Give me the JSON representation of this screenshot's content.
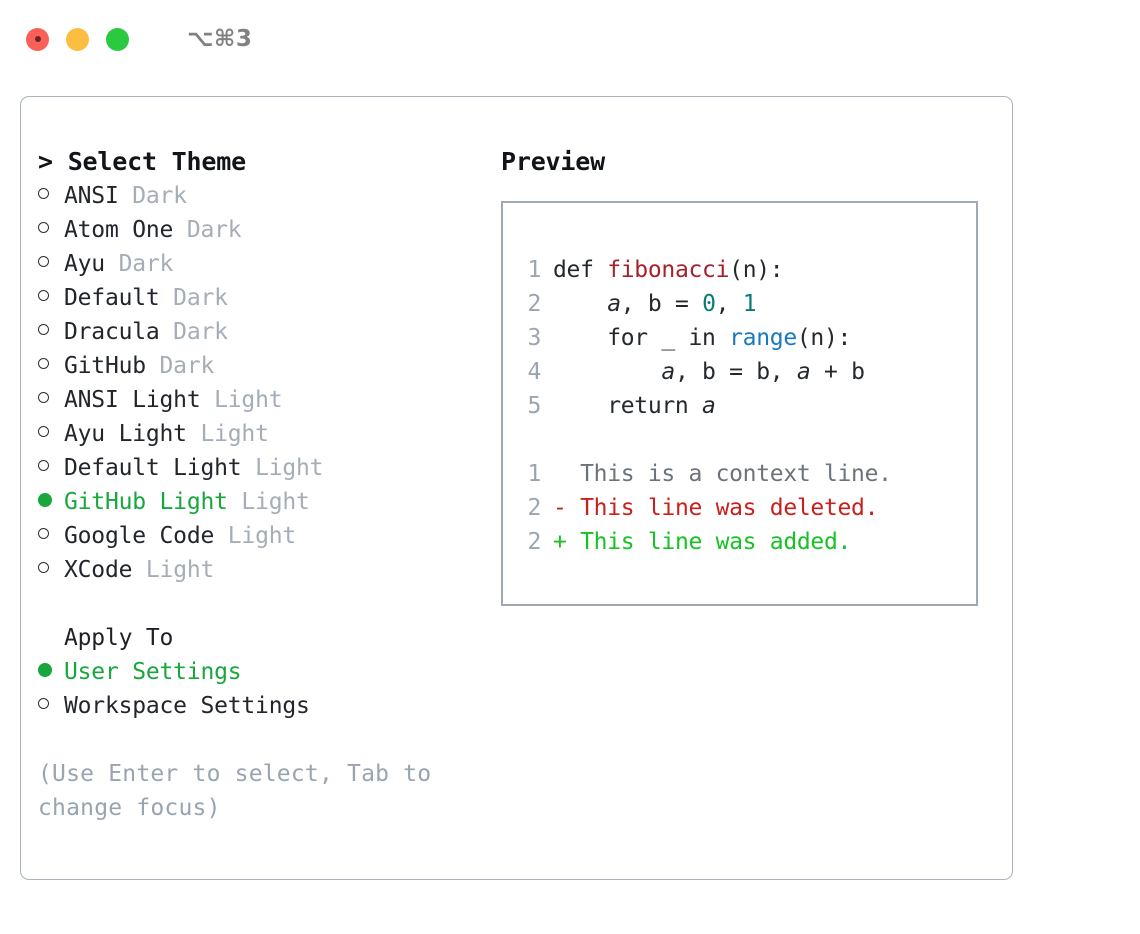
{
  "window": {
    "shortcut": "⌥⌘3",
    "traffic_lights": [
      "close",
      "minimize",
      "maximize"
    ]
  },
  "theme_list": {
    "header": "> Select Theme",
    "items": [
      {
        "name": "ANSI",
        "tag": "Dark",
        "selected": false
      },
      {
        "name": "Atom One",
        "tag": "Dark",
        "selected": false
      },
      {
        "name": "Ayu",
        "tag": "Dark",
        "selected": false
      },
      {
        "name": "Default",
        "tag": "Dark",
        "selected": false
      },
      {
        "name": "Dracula",
        "tag": "Dark",
        "selected": false
      },
      {
        "name": "GitHub",
        "tag": "Dark",
        "selected": false
      },
      {
        "name": "ANSI Light",
        "tag": "Light",
        "selected": false
      },
      {
        "name": "Ayu Light",
        "tag": "Light",
        "selected": false
      },
      {
        "name": "Default Light",
        "tag": "Light",
        "selected": false
      },
      {
        "name": "GitHub Light",
        "tag": "Light",
        "selected": true
      },
      {
        "name": "Google Code",
        "tag": "Light",
        "selected": false
      },
      {
        "name": "XCode",
        "tag": "Light",
        "selected": false
      }
    ]
  },
  "apply_to": {
    "header": "Apply To",
    "options": [
      {
        "name": "User Settings",
        "selected": true
      },
      {
        "name": "Workspace Settings",
        "selected": false
      }
    ]
  },
  "hint": "(Use Enter to select, Tab to change focus)",
  "preview": {
    "header": "Preview",
    "code_lines": [
      {
        "no": "1",
        "segments": [
          {
            "text": "def ",
            "token": "plain"
          },
          {
            "text": "fibonacci",
            "token": "function"
          },
          {
            "text": "(n):",
            "token": "plain"
          }
        ]
      },
      {
        "no": "2",
        "segments": [
          {
            "text": "    ",
            "token": "plain"
          },
          {
            "text": "a",
            "token": "variable"
          },
          {
            "text": ", b = ",
            "token": "plain"
          },
          {
            "text": "0",
            "token": "number"
          },
          {
            "text": ", ",
            "token": "plain"
          },
          {
            "text": "1",
            "token": "number"
          }
        ]
      },
      {
        "no": "3",
        "segments": [
          {
            "text": "    for _ in ",
            "token": "plain"
          },
          {
            "text": "range",
            "token": "call"
          },
          {
            "text": "(n):",
            "token": "plain"
          }
        ]
      },
      {
        "no": "4",
        "segments": [
          {
            "text": "        ",
            "token": "plain"
          },
          {
            "text": "a",
            "token": "variable"
          },
          {
            "text": ", b = b, ",
            "token": "plain"
          },
          {
            "text": "a",
            "token": "variable"
          },
          {
            "text": " + b",
            "token": "plain"
          }
        ]
      },
      {
        "no": "5",
        "segments": [
          {
            "text": "    return ",
            "token": "plain"
          },
          {
            "text": "a",
            "token": "variable"
          }
        ]
      }
    ],
    "diff_lines": [
      {
        "no": "1",
        "marker": "  ",
        "text": "This is a context line.",
        "kind": "context"
      },
      {
        "no": "2",
        "marker": "- ",
        "text": "This line was deleted.",
        "kind": "deleted"
      },
      {
        "no": "2",
        "marker": "+ ",
        "text": "This line was added.",
        "kind": "added"
      }
    ]
  },
  "colors": {
    "accent_green": "#17a73c",
    "diff_add": "#16c224",
    "diff_del": "#c9201c",
    "token_function": "#a4232b",
    "token_number": "#0b7a78",
    "token_call": "#1779bf",
    "muted": "#a4adb8",
    "border": "#aab3be"
  }
}
